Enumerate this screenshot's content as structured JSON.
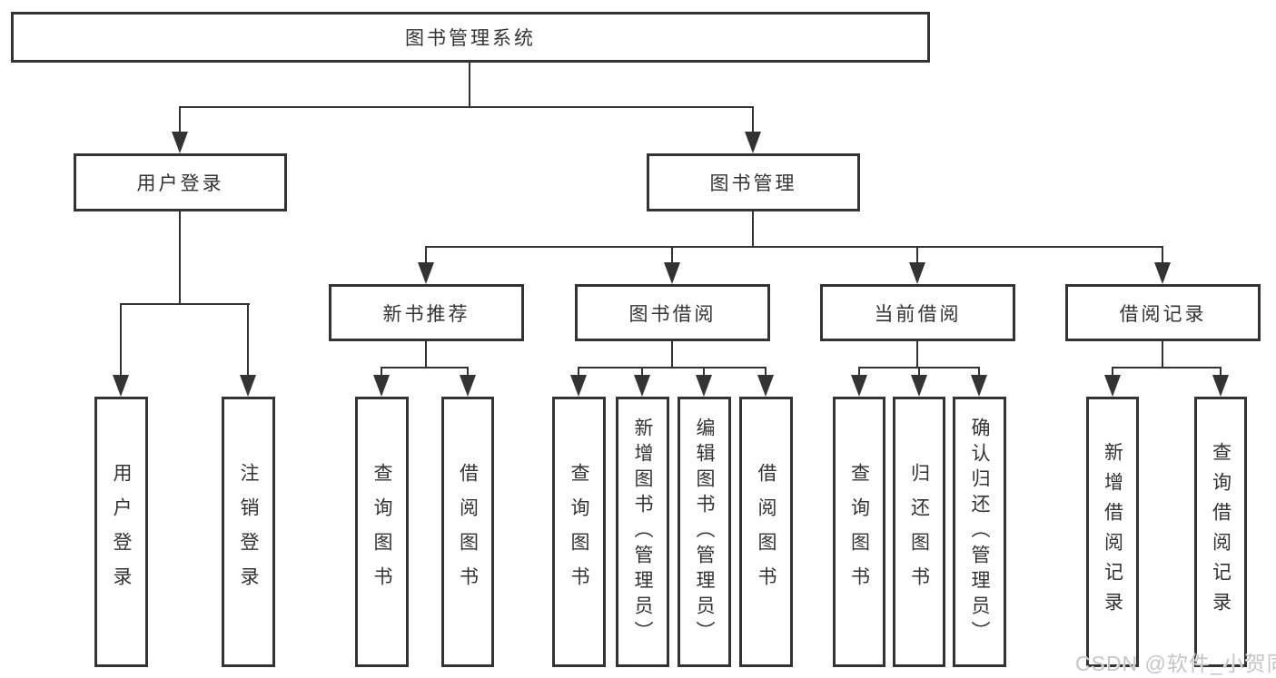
{
  "diagram": {
    "root": {
      "label": "图书管理系统"
    },
    "branches": {
      "user": {
        "label": "用户登录",
        "children": [
          "用户登录",
          "注销登录"
        ]
      },
      "book": {
        "label": "图书管理",
        "sections": [
          {
            "label": "新书推荐",
            "children": [
              "查询图书",
              "借阅图书"
            ]
          },
          {
            "label": "图书借阅",
            "children": [
              "查询图书",
              "新增图书（管理员）",
              "编辑图书（管理员）",
              "借阅图书"
            ]
          },
          {
            "label": "当前借阅",
            "children": [
              "查询图书",
              "归还图书",
              "确认归还（管理员）"
            ]
          },
          {
            "label": "借阅记录",
            "children": [
              "新增借阅记录",
              "查询借阅记录"
            ]
          }
        ]
      }
    }
  },
  "watermark": {
    "text": "CSDN @软件_小贺同学"
  },
  "colors": {
    "line": "#333333",
    "text": "#333333",
    "background": "#ffffff",
    "watermark": "#c6c6c6"
  }
}
